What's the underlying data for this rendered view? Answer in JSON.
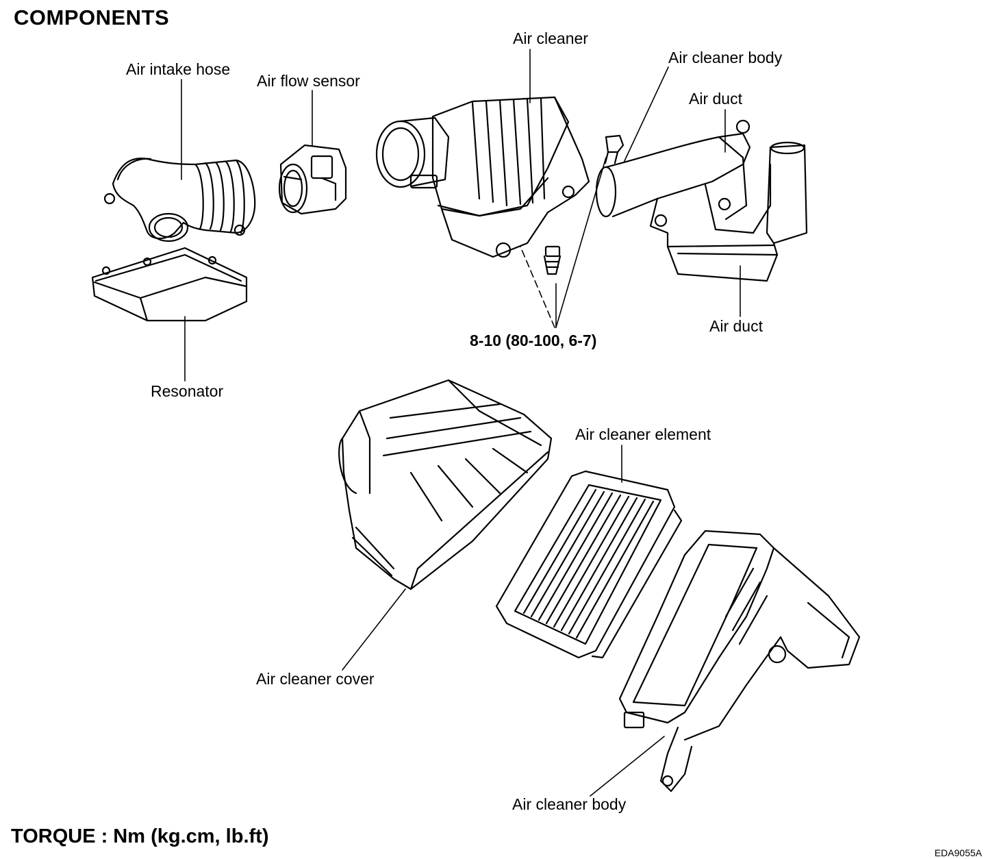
{
  "title": "COMPONENTS",
  "labels": {
    "air_intake_hose": "Air intake hose",
    "air_flow_sensor": "Air flow sensor",
    "air_cleaner": "Air cleaner",
    "air_cleaner_body_top": "Air cleaner body",
    "air_duct_top": "Air duct",
    "air_duct_bottom": "Air duct",
    "resonator": "Resonator",
    "torque_spec": "8-10 (80-100, 6-7)",
    "air_cleaner_element": "Air cleaner element",
    "air_cleaner_cover": "Air cleaner cover",
    "air_cleaner_body_bottom": "Air cleaner body"
  },
  "footer": {
    "torque_units": "TORQUE : Nm (kg.cm, lb.ft)",
    "figure_code": "EDA9055A"
  }
}
